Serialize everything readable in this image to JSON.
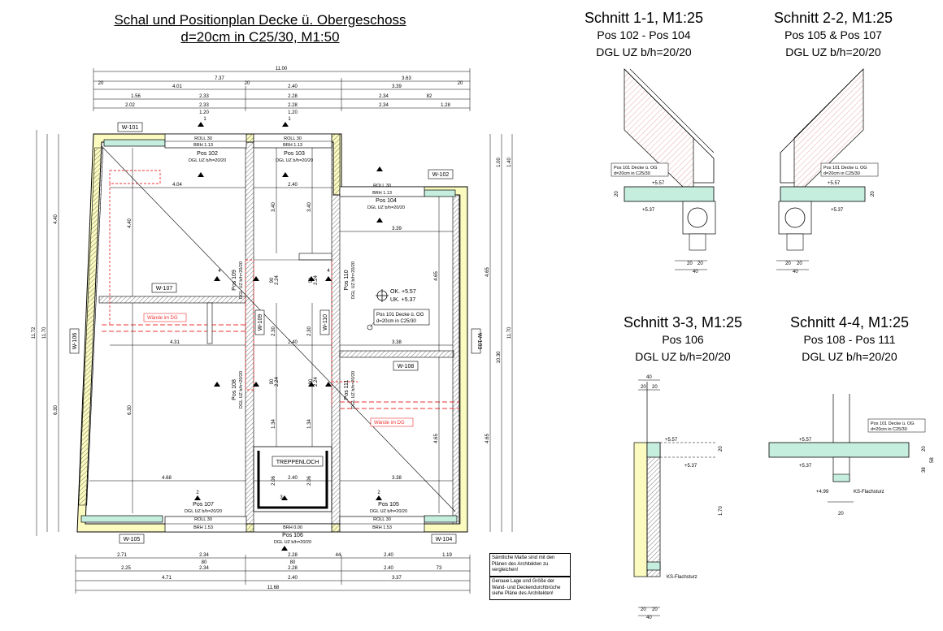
{
  "plan": {
    "title_line1": "Schal und Positionplan Decke ü. Obergeschoss",
    "title_line2": "d=20cm in C25/30, M1:50",
    "walls": [
      "W-101",
      "W-102",
      "W-103",
      "W-104",
      "W-105",
      "W-106",
      "W-107",
      "W-108",
      "W-109",
      "W-110"
    ],
    "positions": {
      "pos102": "Pos 102",
      "pos103": "Pos 103",
      "pos104": "Pos 104",
      "pos105": "Pos 105",
      "pos106": "Pos 106",
      "pos107": "Pos 107",
      "pos108": "Pos 108",
      "pos109": "Pos 109",
      "pos110": "Pos 110",
      "pos111": "Pos 111"
    },
    "dgl": "DGL UZ b/h=20/20",
    "rollo": "ROLL 30",
    "brh113": "BRH 1.13",
    "brh153": "BRH 1.53",
    "brh000": "BRH 0.00",
    "treppenloch": "TREPPENLOCH",
    "waende_dg": "Wände im DG",
    "ok": "OK. +5.57",
    "uk": "UK. +5.37",
    "pos101_l1": "Pos 101 Decke ü. OG",
    "pos101_l2": "d=20cm in C25/30",
    "note1": "Sämtliche Maße sind mit den Plänen des Architekten zu vergleichen!",
    "note2": "Genaue Lage und Größe der Wand- und Deckendurchbrüche siehe Pläne des Architekten!",
    "dims_top": {
      "total": "11.00",
      "a": "7.37",
      "b": "3.63",
      "r1": [
        "4.01",
        "2.40",
        "3.39"
      ],
      "r2": [
        "1.56",
        "2.33",
        "2.28",
        "2.34",
        "82"
      ],
      "r3": [
        "2.02",
        "2.33",
        "2.28",
        "2.34",
        "1.28"
      ],
      "r4": [
        "1.20",
        "1.20"
      ],
      "twenty": "20"
    },
    "dims_bottom": {
      "r1": [
        "2.71",
        "2.34",
        "2.28",
        "44",
        "2.40",
        "1.19"
      ],
      "r1b": [
        "80",
        "80"
      ],
      "r2": [
        "2.25",
        "2.34",
        "2.28",
        "2.40",
        "73"
      ],
      "r3": [
        "4.71",
        "2.40",
        "3.37"
      ],
      "total": "11.68"
    },
    "dims_left": [
      "11.72",
      "11.70",
      "4.40",
      "6.30"
    ],
    "dims_right": [
      "1.40",
      "1.00",
      "4.65",
      "4.65",
      "10.30",
      "11.70"
    ],
    "inner": [
      "4.04",
      "2.40",
      "3.39",
      "4.40",
      "3.40",
      "3.40",
      "4.31",
      "2.40",
      "3.38",
      "6.30",
      "4.68",
      "2.40",
      "3.38",
      "2.30",
      "2.30",
      "1.34",
      "1.34",
      "2.06",
      "2.06",
      "4.65",
      "4.65",
      "2.24",
      "2.24",
      "2.24",
      "2.24",
      "90",
      "90",
      "90",
      "90"
    ],
    "section_marks": [
      "1",
      "2",
      "3",
      "4"
    ]
  },
  "sections": {
    "s11": {
      "title": "Schnitt 1-1, M1:25",
      "pos": "Pos 102 - Pos 104",
      "dgl": "DGL UZ b/h=20/20"
    },
    "s22": {
      "title": "Schnitt 2-2, M1:25",
      "pos": "Pos 105 & Pos 107",
      "dgl": "DGL UZ b/h=20/20"
    },
    "s33": {
      "title": "Schnitt 3-3, M1:25",
      "pos": "Pos 106",
      "dgl": "DGL UZ b/h=20/20"
    },
    "s44": {
      "title": "Schnitt 4-4, M1:25",
      "pos": "Pos 108 - Pos 111",
      "dgl": "DGL UZ b/h=20/20"
    },
    "lvl_top": "+5.57",
    "lvl_bot": "+5.37",
    "lvl_499": "+4.99",
    "ks": "KS-Flachsturz",
    "d20": "20",
    "d40": "40",
    "d38": "38",
    "d58": "58",
    "d170": "1.70"
  }
}
